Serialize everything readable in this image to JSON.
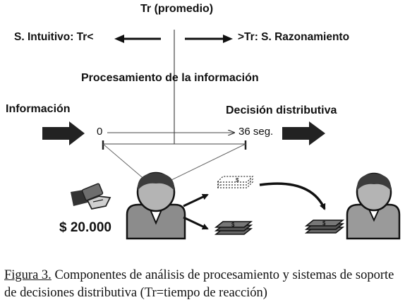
{
  "diagram": {
    "top_label": "Tr (promedio)",
    "left_label": "S. Intuitivo: Tr<",
    "right_label": ">Tr: S. Razonamiento",
    "process_label": "Procesamiento de la información",
    "input_label": "Información",
    "output_label": "Decisión distributiva",
    "timeline_start": "0",
    "timeline_end": "36 seg.",
    "amount": "$ 20.000",
    "money_symbol": "$"
  },
  "caption": {
    "figure": "Figura 3.",
    "text": " Componentes de análisis de procesamiento y sistemas de soporte de decisiones distributiva (Tr=tiempo de reacción)"
  },
  "colors": {
    "ink": "#111111",
    "person_body": "#8c8c8c",
    "person_face": "#b4b4b4",
    "person_hair": "#3c3c3c",
    "money": "#6e6e6e"
  },
  "icons": [
    "hand-money-icon",
    "person-icon",
    "money-stack-icon",
    "dotted-money-stack-icon",
    "arrow-icon"
  ]
}
